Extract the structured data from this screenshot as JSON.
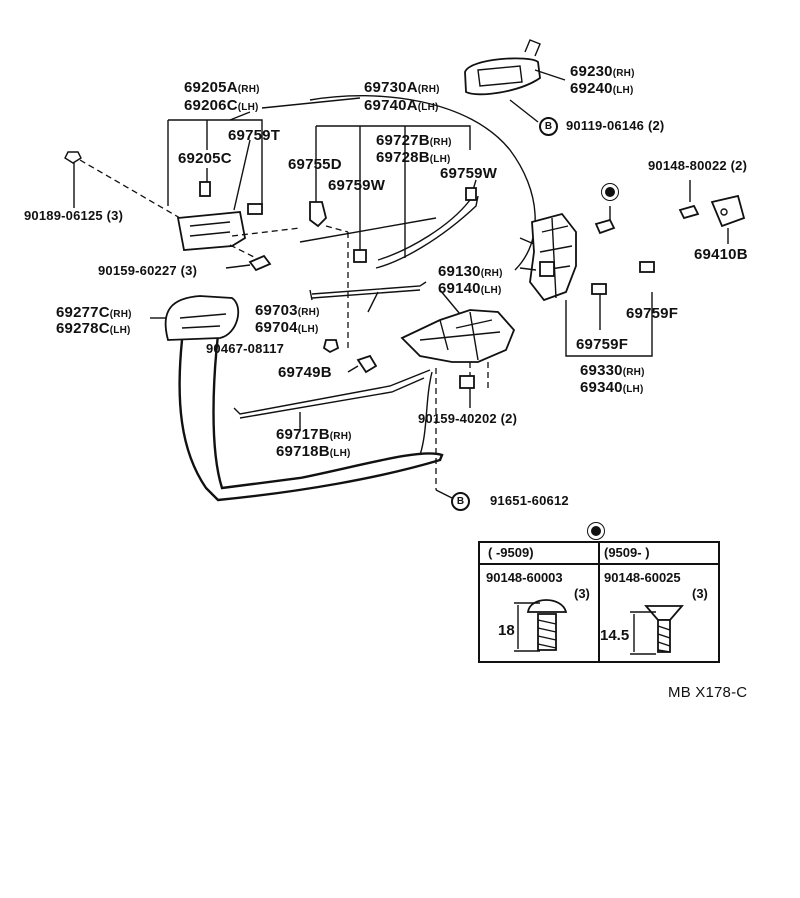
{
  "labels": {
    "p69205A": "69205A",
    "p69206C": "69206C",
    "p69759T": "69759T",
    "p69205C": "69205C",
    "p69730A": "69730A",
    "p69740A": "69740A",
    "p69727B": "69727B",
    "p69728B": "69728B",
    "p69755D": "69755D",
    "p69759W_a": "69759W",
    "p69759W_b": "69759W",
    "p69230": "69230",
    "p69240": "69240",
    "p90119": "90119-06146",
    "q90119": "(2)",
    "p90148_22": "90148-80022",
    "q90148_22": "(2)",
    "p69410B": "69410B",
    "p90189": "90189-06125",
    "q90189": "(3)",
    "p90159_227": "90159-60227",
    "q90159_227": "(3)",
    "p69277C": "69277C",
    "p69278C": "69278C",
    "p69130": "69130",
    "p69140": "69140",
    "p69703": "69703",
    "p69704": "69704",
    "p90467": "90467-08117",
    "p69759F_a": "69759F",
    "p69759F_b": "69759F",
    "p69330": "69330",
    "p69340": "69340",
    "p69749B": "69749B",
    "p90159_202": "90159-40202",
    "q90159_202": "(2)",
    "p69717B": "69717B",
    "p69718B": "69718B",
    "p91651": "91651-60612",
    "rh": "(RH)",
    "lh": "(LH)",
    "marker_b": "B",
    "ref_code": "MB X178-C"
  },
  "table": {
    "col1_range": "(       -9509)",
    "col2_range": "(9509-       )",
    "col1_part": "90148-60003",
    "col2_part": "90148-60025",
    "col1_qty": "(3)",
    "col2_qty": "(3)",
    "col1_dim": "18",
    "col2_dim": "14.5"
  }
}
